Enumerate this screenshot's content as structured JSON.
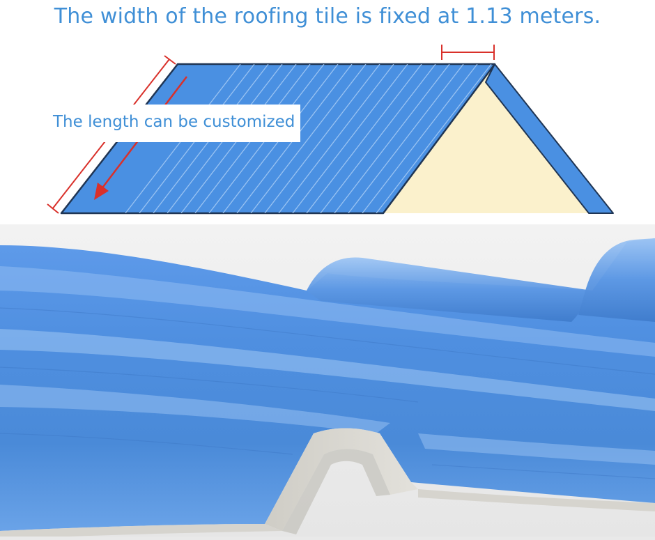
{
  "headline": {
    "text": "The width of the roofing tile is fixed at 1.13 meters."
  },
  "diagram": {
    "length_label": "The length can be customized",
    "colors": {
      "roof_blue": "#4a90e2",
      "roof_outline": "#1f3554",
      "gable_cream": "#fbf1cc",
      "dimension_red": "#d9302a",
      "text_blue": "#3f8fd6"
    },
    "icons": [
      "length-arrow-icon",
      "width-dimension-icon"
    ]
  },
  "photo": {
    "subject": "corrugated-roofing-tile",
    "colors": {
      "tile_blue": "#4f8fe0",
      "tile_highlight": "#8fbcf2",
      "tile_underside": "#d8d6d0"
    }
  }
}
